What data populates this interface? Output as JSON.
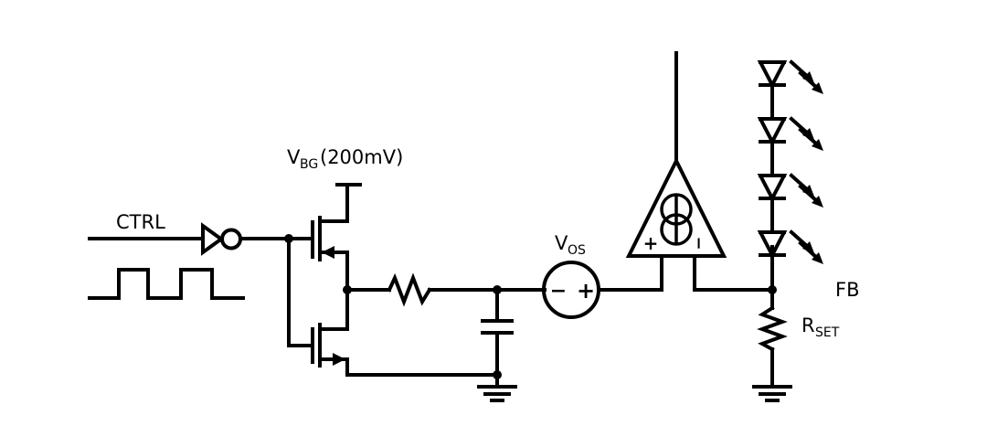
{
  "labels": {
    "ctrl": "CTRL",
    "vbg_main": "V",
    "vbg_sub": "BG",
    "vbg_value": " (200mV)",
    "vos_main": "V",
    "vos_sub": "OS",
    "fb": "FB",
    "rset_main": "R",
    "rset_sub": "SET",
    "vos_minus": "−",
    "vos_plus": "+",
    "amp_plus": "+",
    "amp_minus": "−"
  },
  "components": {
    "led_count": 4
  },
  "colors": {
    "ink": "#000000",
    "background": "#ffffff"
  }
}
